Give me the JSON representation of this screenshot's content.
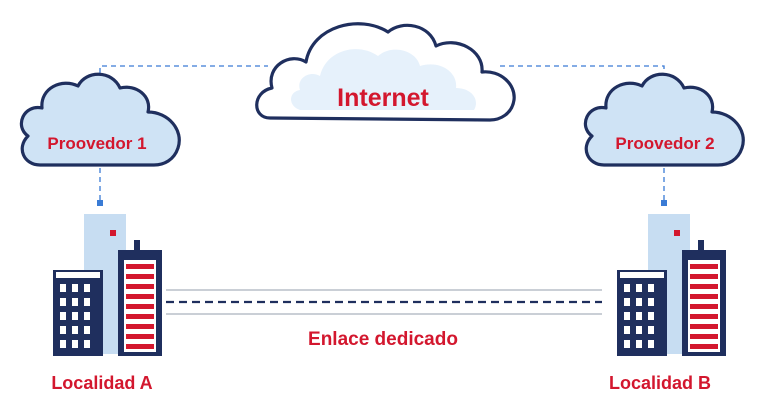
{
  "internet_label": "Internet",
  "provider_left": "Proovedor 1",
  "provider_right": "Proovedor 2",
  "link_label": "Enlace dedicado",
  "site_left": "Localidad A",
  "site_right": "Localidad B",
  "colors": {
    "accent_red": "#d3172e",
    "navy": "#1f2f5e",
    "cloud_fill": "#cfe3f5",
    "dashed_blue": "#3a7bd5"
  }
}
